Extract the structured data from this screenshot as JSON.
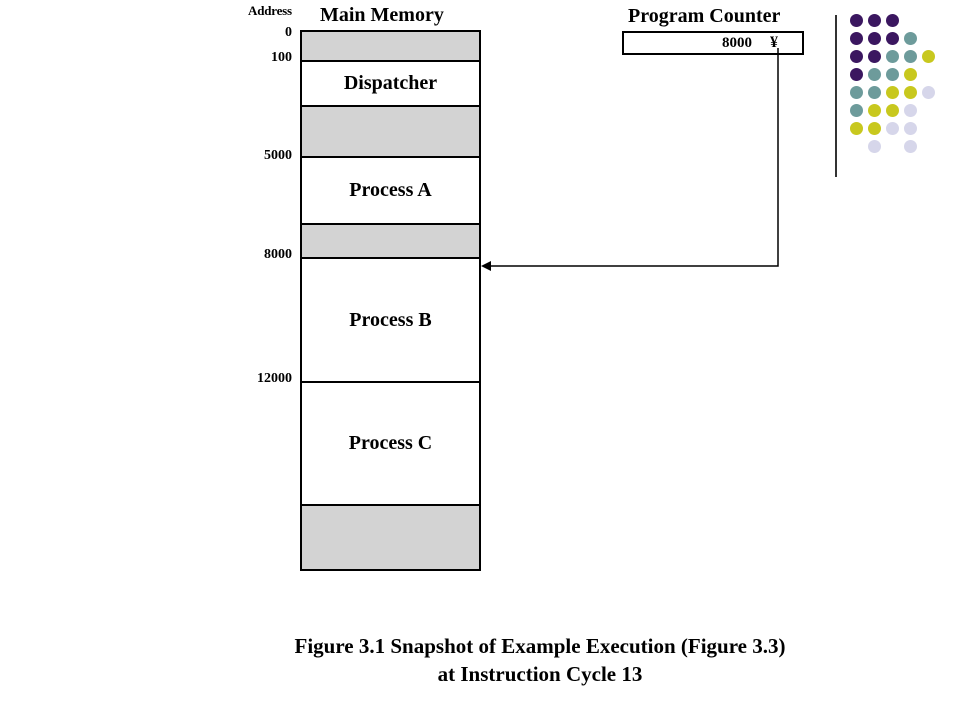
{
  "diagram": {
    "headers": {
      "address": "Address",
      "main_memory": "Main Memory",
      "program_counter": "Program Counter"
    },
    "addresses": [
      "0",
      "100",
      "5000",
      "8000",
      "12000"
    ],
    "memory_segments": [
      {
        "label": "",
        "fill": "gray"
      },
      {
        "label": "Dispatcher",
        "fill": "white"
      },
      {
        "label": "",
        "fill": "gray"
      },
      {
        "label": "Process A",
        "fill": "white"
      },
      {
        "label": "",
        "fill": "gray"
      },
      {
        "label": "Process B",
        "fill": "white"
      },
      {
        "label": "Process C",
        "fill": "white"
      },
      {
        "label": "",
        "fill": "gray"
      }
    ],
    "program_counter": {
      "value": "8000",
      "marker": "¥"
    },
    "caption": {
      "line1": "Figure 3.1  Snapshot of Example Execution (Figure 3.3)",
      "line2": "at Instruction Cycle 13"
    }
  },
  "decoration": {
    "palette": {
      "purple": "#3b1760",
      "teal": "#6d9b9b",
      "yellow": "#c8c81e",
      "lavender": "#d6d6ea"
    },
    "dot_rows": [
      [
        "purple",
        "purple",
        "purple",
        "",
        "",
        ""
      ],
      [
        "purple",
        "purple",
        "purple",
        "teal",
        "",
        ""
      ],
      [
        "purple",
        "purple",
        "teal",
        "teal",
        "yellow",
        ""
      ],
      [
        "purple",
        "teal",
        "teal",
        "yellow",
        "",
        ""
      ],
      [
        "teal",
        "teal",
        "yellow",
        "yellow",
        "lavender",
        ""
      ],
      [
        "teal",
        "yellow",
        "yellow",
        "lavender",
        "",
        ""
      ],
      [
        "yellow",
        "yellow",
        "lavender",
        "lavender",
        "",
        ""
      ],
      [
        "",
        "lavender",
        "",
        "lavender",
        "",
        ""
      ]
    ]
  }
}
